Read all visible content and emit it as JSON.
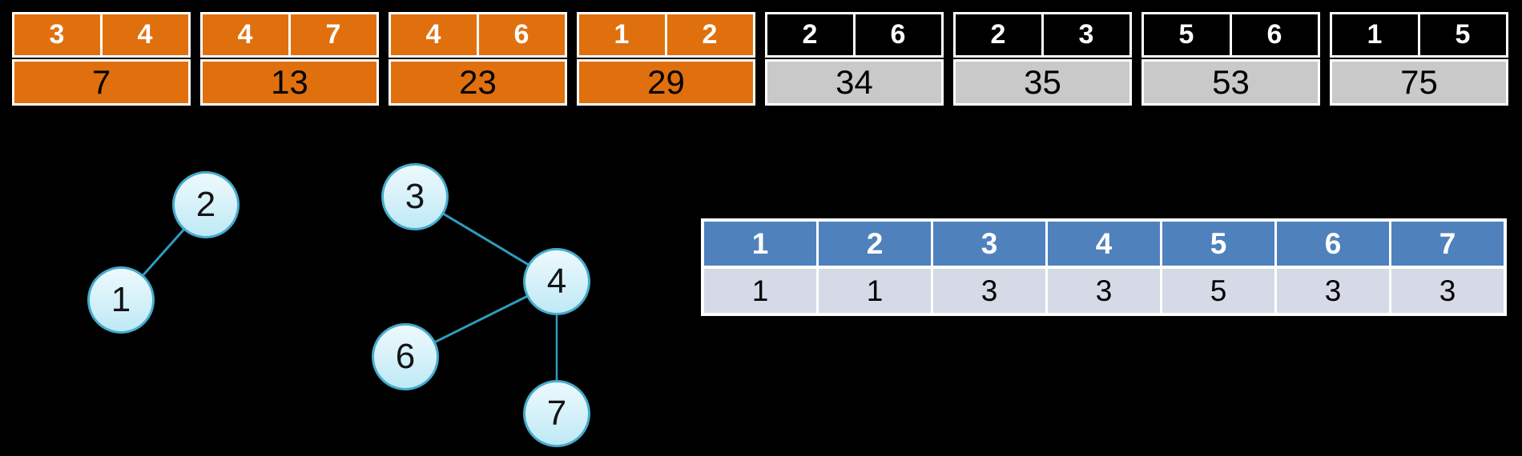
{
  "edge_list": {
    "items": [
      {
        "u": "3",
        "v": "4",
        "weight": "7",
        "state": "selected"
      },
      {
        "u": "4",
        "v": "7",
        "weight": "13",
        "state": "selected"
      },
      {
        "u": "4",
        "v": "6",
        "weight": "23",
        "state": "selected"
      },
      {
        "u": "1",
        "v": "2",
        "weight": "29",
        "state": "selected"
      },
      {
        "u": "2",
        "v": "6",
        "weight": "34",
        "state": "unselected"
      },
      {
        "u": "2",
        "v": "3",
        "weight": "35",
        "state": "unselected"
      },
      {
        "u": "5",
        "v": "6",
        "weight": "53",
        "state": "unselected"
      },
      {
        "u": "1",
        "v": "5",
        "weight": "75",
        "state": "unselected"
      }
    ]
  },
  "forest": {
    "components": [
      {
        "nodes": [
          {
            "id": "2"
          },
          {
            "id": "1"
          }
        ],
        "edges": [
          [
            "1",
            "2"
          ]
        ]
      },
      {
        "nodes": [
          {
            "id": "3"
          },
          {
            "id": "4"
          },
          {
            "id": "6"
          },
          {
            "id": "7"
          }
        ],
        "edges": [
          [
            "3",
            "4"
          ],
          [
            "6",
            "4"
          ],
          [
            "4",
            "7"
          ]
        ]
      }
    ]
  },
  "parent_table": {
    "headers": [
      "1",
      "2",
      "3",
      "4",
      "5",
      "6",
      "7"
    ],
    "values": [
      "1",
      "1",
      "3",
      "3",
      "5",
      "3",
      "3"
    ]
  },
  "colors": {
    "background": "#000000",
    "selected_edge_fill": "#E0700E",
    "unselected_edge_top": "#000000",
    "unselected_edge_bottom": "#C9C9C9",
    "cell_border": "#FFFFFF",
    "table_header_fill": "#4F81BD",
    "table_row_fill": "#D6D9E6",
    "node_border": "#45ACCC",
    "node_fill_top": "#EDF9FD",
    "node_fill_bottom": "#BFE9F5",
    "graph_edge_line": "#2E9CBE"
  }
}
